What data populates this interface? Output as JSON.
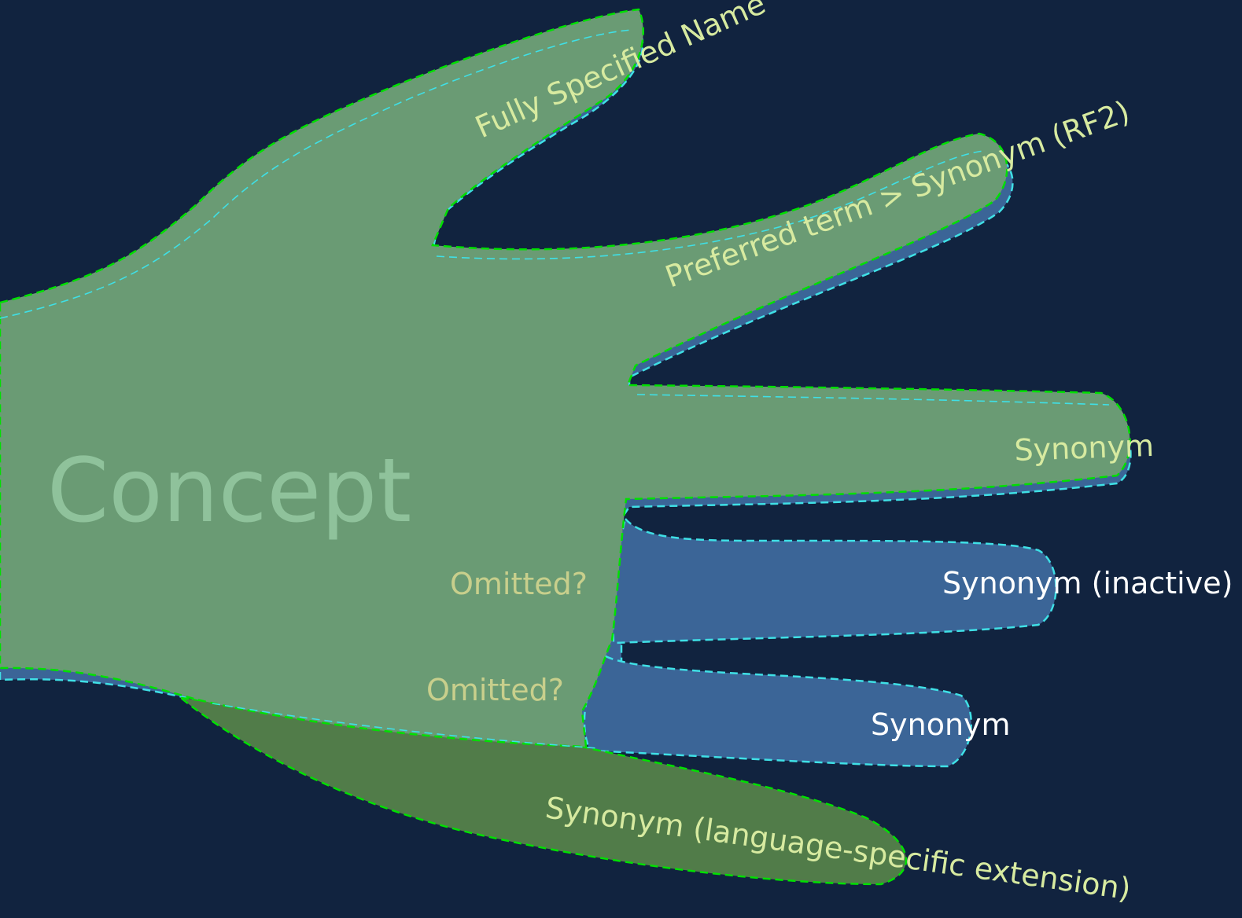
{
  "diagram": {
    "concept_label": "Concept",
    "fingers": {
      "fully_specified_name": "Fully Specified Name",
      "preferred_term": "Preferred term > Synonym (RF2)",
      "synonym_middle": "Synonym",
      "synonym_inactive": "Synonym (inactive)",
      "synonym_lower": "Synonym",
      "synonym_extension": "Synonym (language-specific  extension)"
    },
    "omitted_labels": [
      "Omitted?",
      "Omitted?"
    ]
  },
  "colors": {
    "background": "#11233f",
    "hand_green": "#6a9b74",
    "hand_dark_green": "#517c49",
    "hand_blue": "#3b6597",
    "outline_green": "#00e000",
    "outline_cyan": "#3fe0e6",
    "text_light_green": "#d7eaa0",
    "text_white": "#ffffff",
    "text_pink": "#f2c7c7",
    "text_concept": "#8fc29b",
    "text_omitted": "#c8cf8c"
  }
}
